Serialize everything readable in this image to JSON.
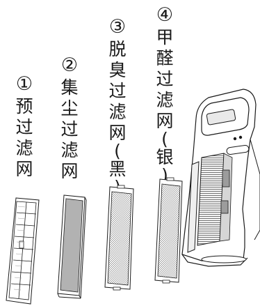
{
  "labels": [
    {
      "num": "①",
      "chars": [
        "预",
        "过",
        "滤",
        "网"
      ]
    },
    {
      "num": "②",
      "chars": [
        "集",
        "尘",
        "过",
        "滤",
        "网"
      ]
    },
    {
      "num": "③",
      "chars": [
        "脱",
        "臭",
        "过",
        "滤",
        "网",
        "(",
        "黑",
        ")"
      ]
    },
    {
      "num": "④",
      "chars": [
        "甲",
        "醛",
        "过",
        "滤",
        "网",
        "(",
        "银",
        ")"
      ]
    }
  ],
  "colors": {
    "line": "#1a1a1a",
    "mesh": "#9a9a9a",
    "dark": "#444444"
  }
}
